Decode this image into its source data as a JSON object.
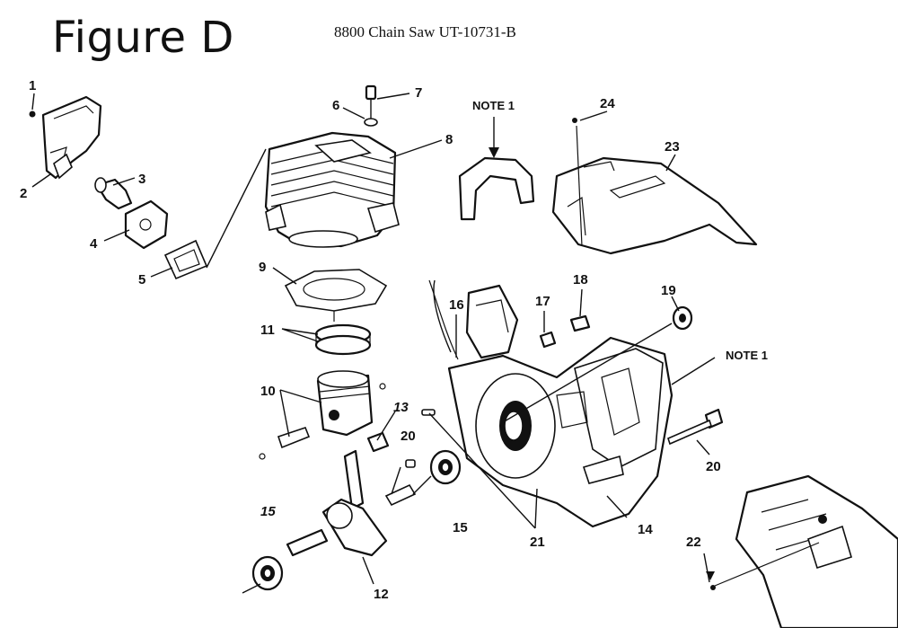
{
  "header": {
    "title": "Figure D",
    "subtitle": "8800 Chain Saw UT-10731-B"
  },
  "callouts": {
    "c1": "1",
    "c2": "2",
    "c3": "3",
    "c4": "4",
    "c5": "5",
    "c6": "6",
    "c7": "7",
    "c8": "8",
    "c9": "9",
    "c10": "10",
    "c11": "11",
    "c12": "12",
    "c13": "13",
    "c14": "14",
    "c15a": "15",
    "c15b": "15",
    "c16": "16",
    "c17": "17",
    "c18": "18",
    "c19": "19",
    "c20a": "20",
    "c20b": "20",
    "c21": "21",
    "c22": "22",
    "c23": "23",
    "c24": "24",
    "note1a": "NOTE 1",
    "note1b": "NOTE 1"
  }
}
